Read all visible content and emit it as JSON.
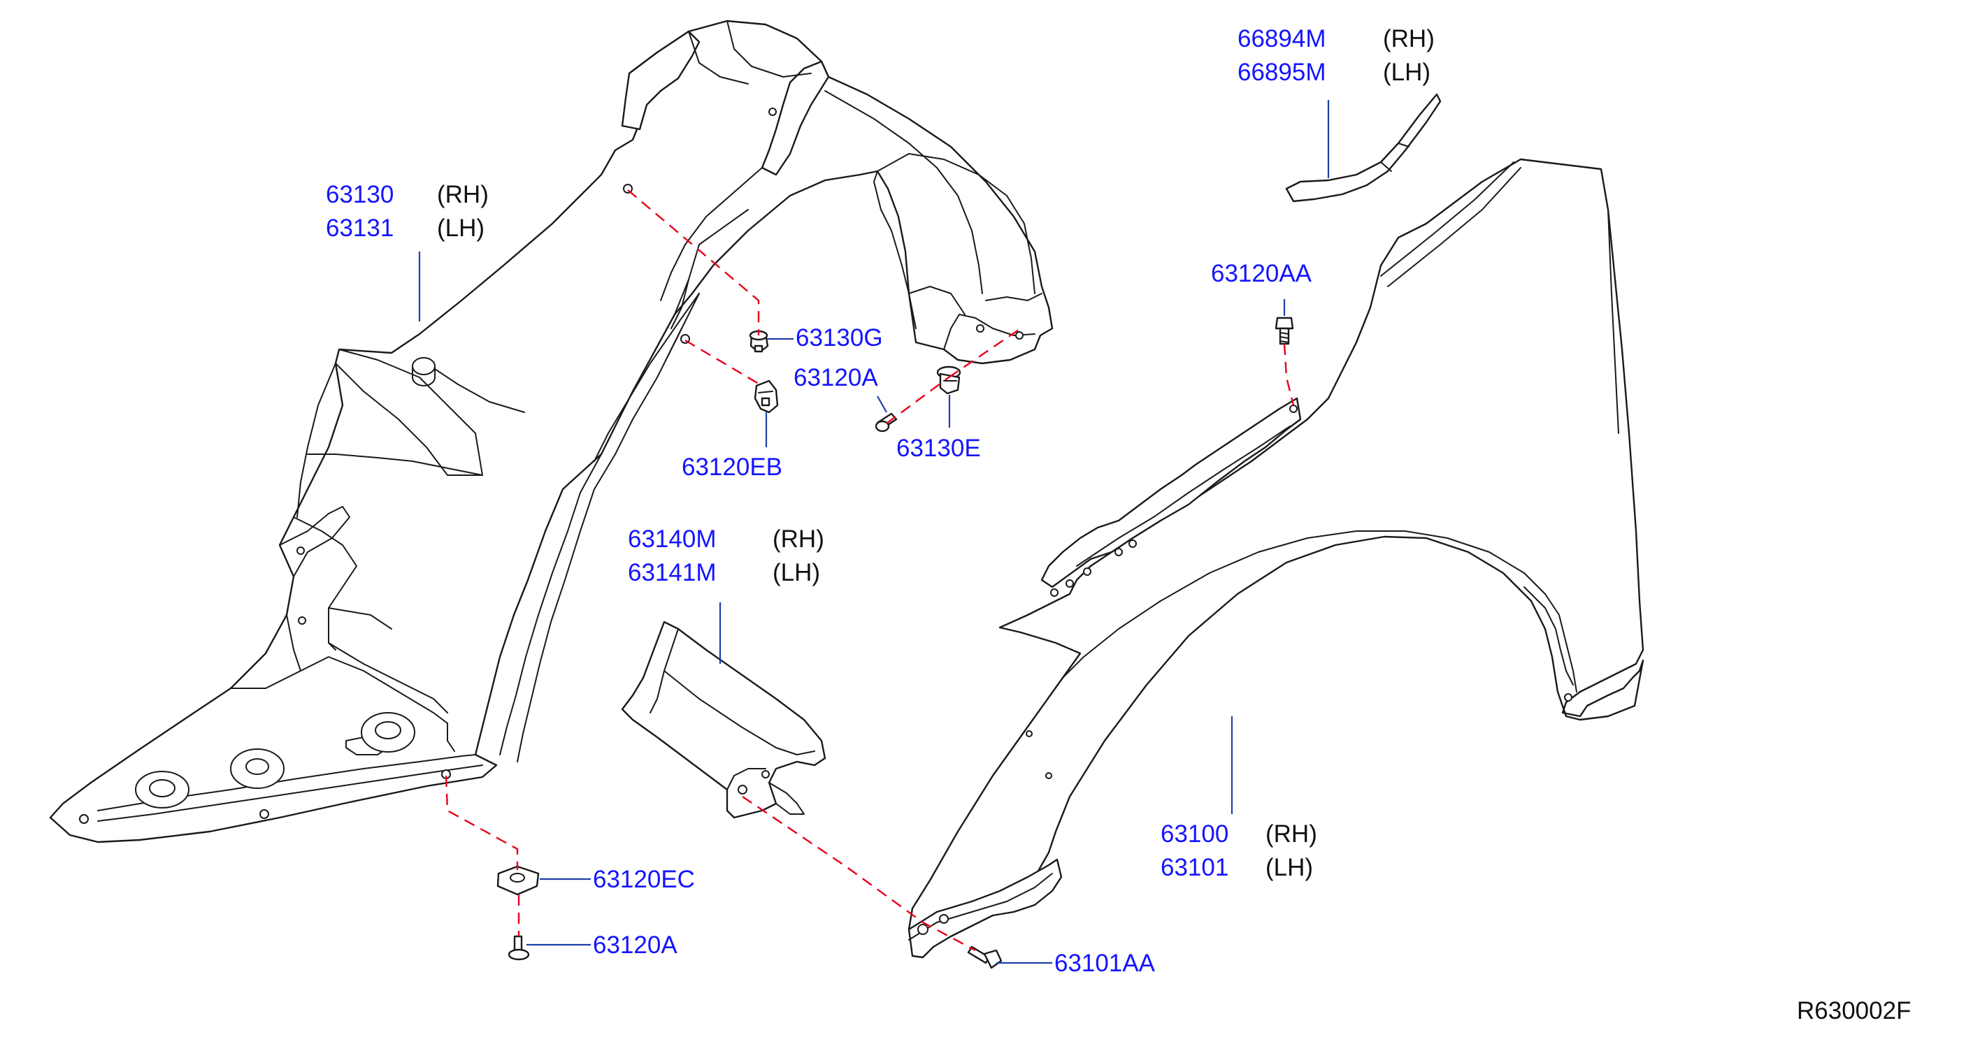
{
  "labels": {
    "fender_protector": {
      "rh": {
        "number": "63130",
        "side": "(RH)"
      },
      "lh": {
        "number": "63131",
        "side": "(LH)"
      }
    },
    "clip_63130g": {
      "number": "63130G"
    },
    "screw_upper": {
      "number": "63120A"
    },
    "clip_63120eb": {
      "number": "63120EB"
    },
    "grommet_63130e": {
      "number": "63130E"
    },
    "seal_front": {
      "rh": {
        "number": "63140M",
        "side": "(RH)"
      },
      "lh": {
        "number": "63141M",
        "side": "(LH)"
      }
    },
    "clip_63120ec": {
      "number": "63120EC"
    },
    "screw_lower": {
      "number": "63120A"
    },
    "insulator_top": {
      "rh": {
        "number": "66894M",
        "side": "(RH)"
      },
      "lh": {
        "number": "66895M",
        "side": "(LH)"
      }
    },
    "bolt_63120aa": {
      "number": "63120AA"
    },
    "front_fender": {
      "rh": {
        "number": "63100",
        "side": "(RH)"
      },
      "lh": {
        "number": "63101",
        "side": "(LH)"
      }
    },
    "bolt_63101aa": {
      "number": "63101AA"
    }
  },
  "figure_ref": "R630002F",
  "colors": {
    "part_number": "#1414ff",
    "leader": "#1f3fa8",
    "dash_line": "#e8001c",
    "outline": "#1a1a1a"
  }
}
